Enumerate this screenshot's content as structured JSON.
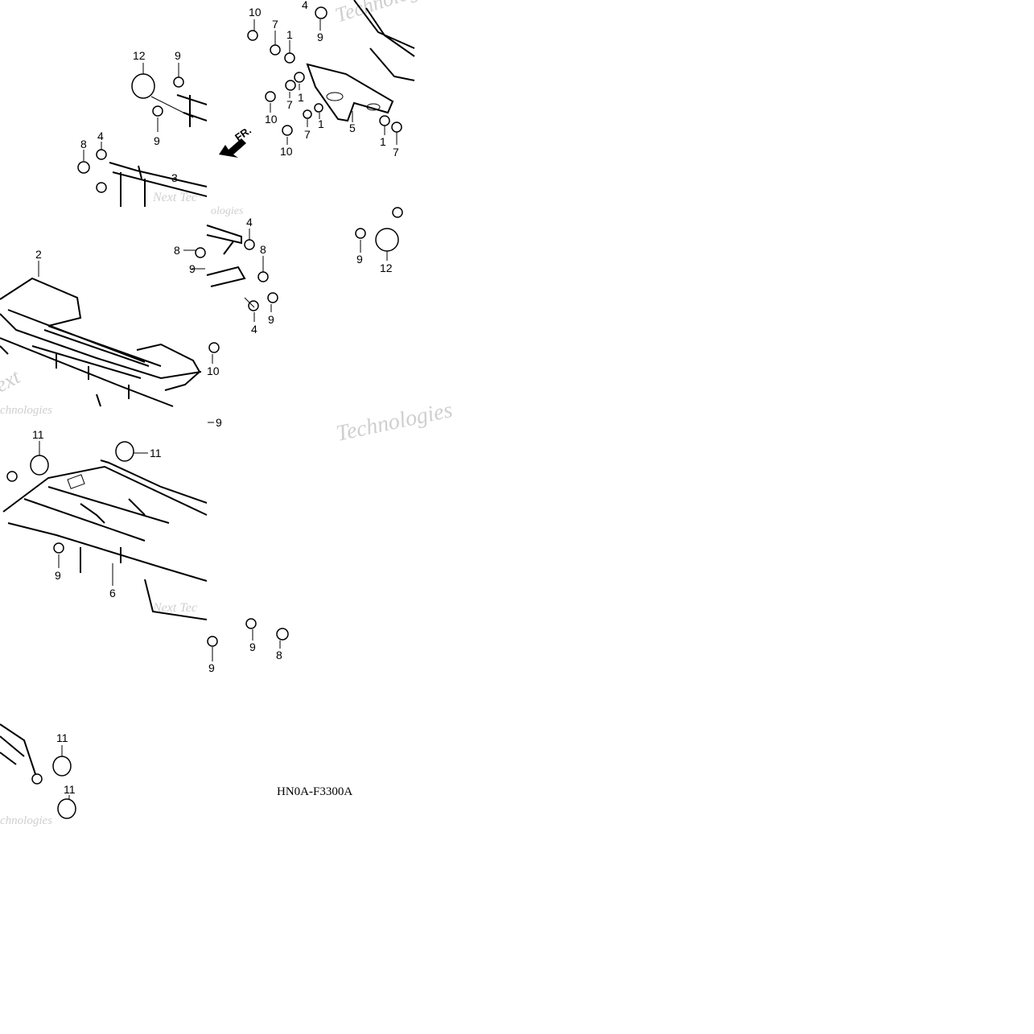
{
  "diagram": {
    "code": "HN0A-F3300A",
    "front_marker": "FR.",
    "watermark_texts": [
      "Technologies",
      "Next Tec",
      "ext",
      "chnologies",
      "ologies"
    ],
    "callouts": [
      {
        "id": "c1",
        "label": "10"
      },
      {
        "id": "c2",
        "label": "7"
      },
      {
        "id": "c3",
        "label": "1"
      },
      {
        "id": "c4",
        "label": "4"
      },
      {
        "id": "c5",
        "label": "9"
      },
      {
        "id": "c6",
        "label": "12"
      },
      {
        "id": "c7",
        "label": "9"
      },
      {
        "id": "c8",
        "label": "9"
      },
      {
        "id": "c9",
        "label": "10"
      },
      {
        "id": "c10",
        "label": "7"
      },
      {
        "id": "c11",
        "label": "1"
      },
      {
        "id": "c12",
        "label": "10"
      },
      {
        "id": "c13",
        "label": "7"
      },
      {
        "id": "c14",
        "label": "1"
      },
      {
        "id": "c15",
        "label": "5"
      },
      {
        "id": "c16",
        "label": "1"
      },
      {
        "id": "c17",
        "label": "7"
      },
      {
        "id": "c18",
        "label": "8"
      },
      {
        "id": "c19",
        "label": "4"
      },
      {
        "id": "c20",
        "label": "3"
      },
      {
        "id": "c21",
        "label": "2"
      },
      {
        "id": "c22",
        "label": "4"
      },
      {
        "id": "c23",
        "label": "8"
      },
      {
        "id": "c24",
        "label": "8"
      },
      {
        "id": "c25",
        "label": "9"
      },
      {
        "id": "c26",
        "label": "9"
      },
      {
        "id": "c27",
        "label": "4"
      },
      {
        "id": "c28",
        "label": "9"
      },
      {
        "id": "c29",
        "label": "12"
      },
      {
        "id": "c30",
        "label": "10"
      },
      {
        "id": "c31",
        "label": "9"
      },
      {
        "id": "c32",
        "label": "11"
      },
      {
        "id": "c33",
        "label": "11"
      },
      {
        "id": "c34",
        "label": "9"
      },
      {
        "id": "c35",
        "label": "6"
      },
      {
        "id": "c36",
        "label": "9"
      },
      {
        "id": "c37",
        "label": "9"
      },
      {
        "id": "c38",
        "label": "8"
      },
      {
        "id": "c39",
        "label": "11"
      },
      {
        "id": "c40",
        "label": "11"
      }
    ]
  }
}
